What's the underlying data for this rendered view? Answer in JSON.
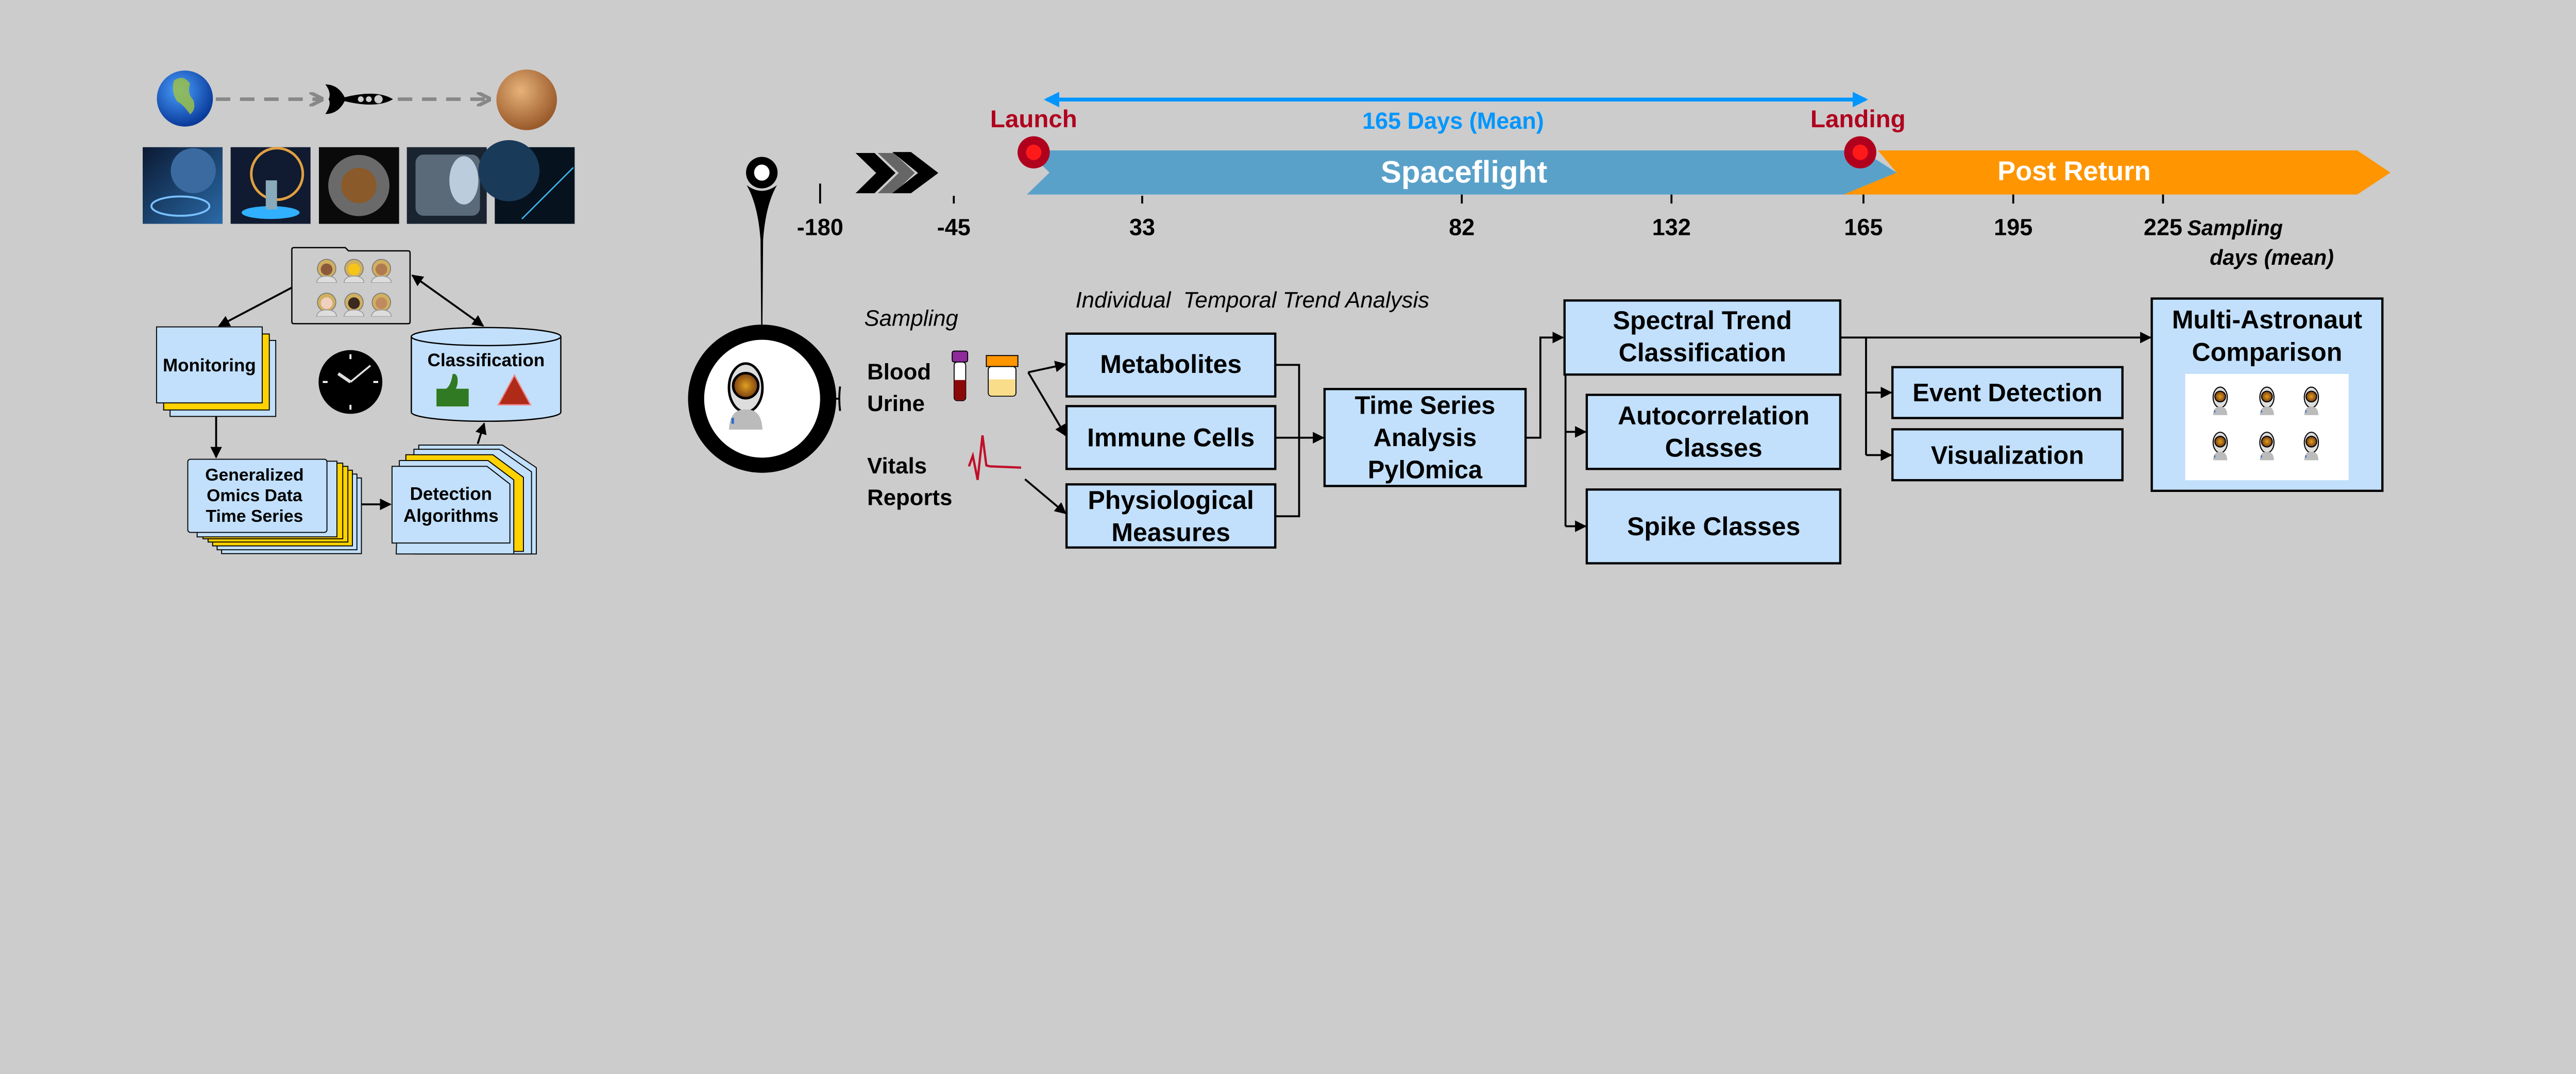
{
  "colors": {
    "background": "#cccccc",
    "box_fill": "#c2e0fc",
    "spaceflight": "#5aa1c9",
    "post_return": "#ff9500",
    "duration_arrow": "#0096ff",
    "event_marker": "#b0001e",
    "stack_yellow": "#ffd200"
  },
  "left_panel": {
    "journey_icons": [
      "earth-icon",
      "rocket-icon",
      "mars-icon"
    ],
    "folder_icon": "astronaut-crew-folder-icon",
    "monitoring": "Monitoring",
    "classification": "Classification",
    "classification_icons": [
      "thumbs-up-icon",
      "warning-triangle-icon"
    ],
    "clock_icon": "clock-icon",
    "omics": [
      "Generalized",
      "Omics Data",
      "Time Series"
    ],
    "detection": [
      "Detection",
      "Algorithms"
    ]
  },
  "timeline": {
    "duration_label": "165 Days (Mean)",
    "launch": "Launch",
    "landing": "Landing",
    "spaceflight": "Spaceflight",
    "post_return": "Post Return",
    "ticks": [
      "-180",
      "-45",
      "33",
      "82",
      "132",
      "165",
      "195",
      "225"
    ],
    "axis_label": [
      "Sampling",
      "days (mean)"
    ]
  },
  "sampling": {
    "title": "Sampling",
    "blood": "Blood",
    "urine": "Urine",
    "vitals": "Vitals",
    "reports": "Reports"
  },
  "analysis": {
    "title": "Individual  Temporal Trend Analysis",
    "metabolites": "Metabolites",
    "immune": "Immune Cells",
    "physio": [
      "Physiological",
      "Measures"
    ],
    "timeseries": [
      "Time Series",
      "Analysis",
      "PylOmica"
    ],
    "spectral": [
      "Spectral Trend",
      "Classification"
    ],
    "autocorr": [
      "Autocorrelation",
      "Classes"
    ],
    "spike": "Spike Classes",
    "event": "Event Detection",
    "visualization": "Visualization",
    "multi": [
      "Multi-Astronaut",
      "Comparison"
    ]
  }
}
